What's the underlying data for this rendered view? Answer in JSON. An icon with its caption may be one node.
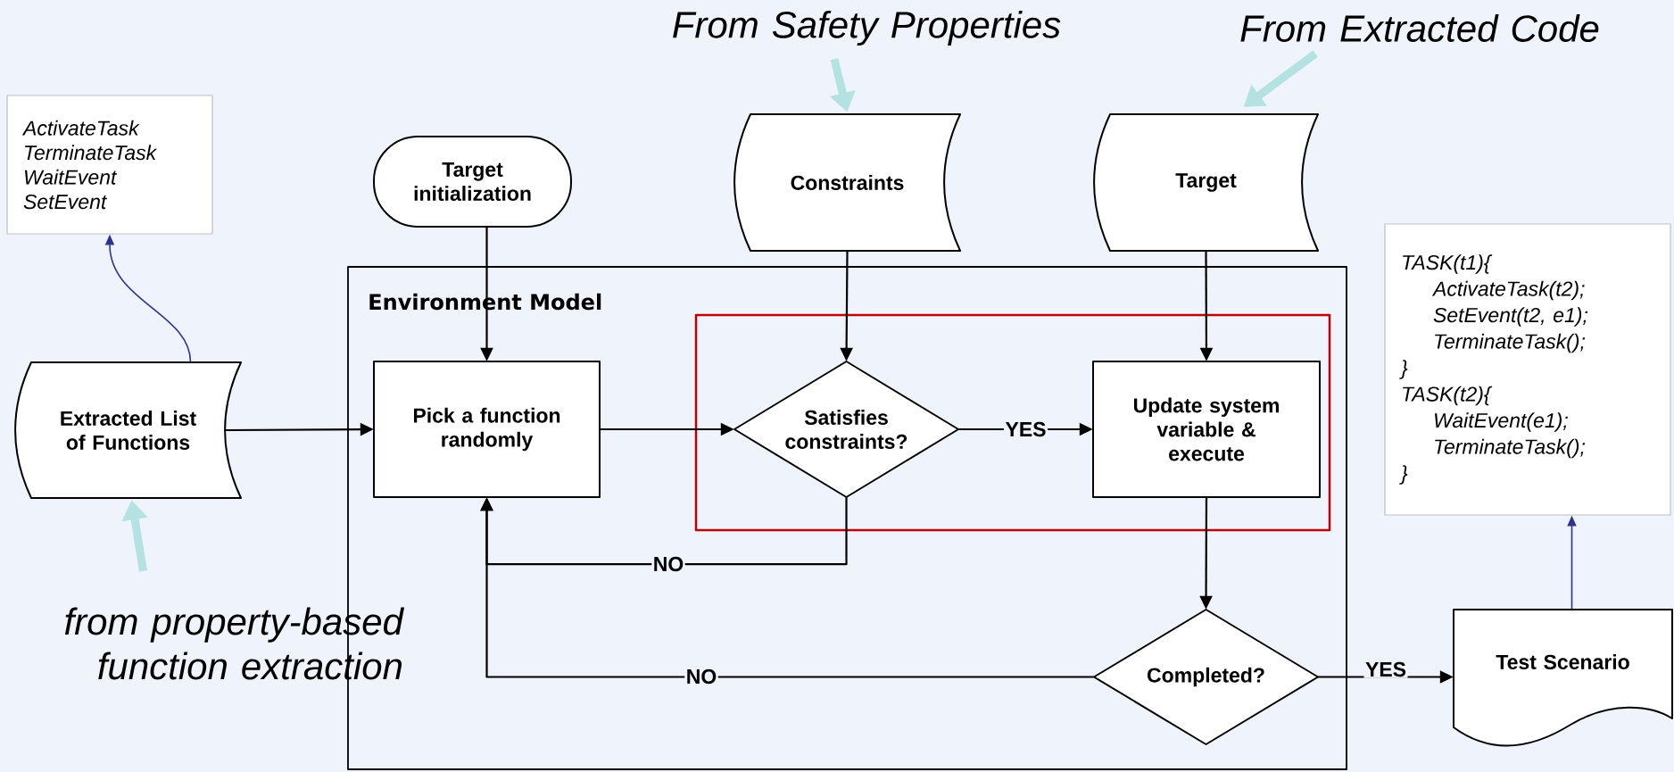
{
  "diagram": {
    "nodes": [
      {
        "text": [
          "ActivateTask",
          "TerminateTask",
          "WaitEvent",
          "SetEvent"
        ]
      },
      {
        "text": [
          "Extracted List of Functions"
        ]
      },
      {
        "text": [
          "Target initialization"
        ]
      },
      {
        "text": [
          "Constraints"
        ]
      },
      {
        "text": [
          "Target"
        ]
      },
      {
        "text": [
          "Environment Model"
        ]
      },
      {
        "text": [],
        "shape": "box",
        "in": 5
      },
      {
        "text": [
          "Pick a function randomly"
        ],
        "in": 5
      },
      {
        "text": [
          "Satisfies constraints?"
        ],
        "in": 6
      },
      {
        "text": [
          "Update system variable & execute"
        ],
        "in": 6
      },
      {
        "text": [
          "Completed?"
        ],
        "in": 5
      },
      {
        "text": [
          "Test Scenario"
        ]
      },
      {
        "text": [
          "TASK(t1){",
          "ActivateTask(t2);",
          "SetEvent(t2, e1);",
          "TerminateTask();",
          "}",
          "TASK(t2){",
          "WaitEvent(e1);",
          "TerminateTask();",
          "}"
        ]
      },
      {
        "text": [
          "From Safety Properties"
        ]
      },
      {
        "text": [
          "From Extracted Code"
        ]
      },
      {
        "text": [
          "from property-based function extraction"
        ]
      }
    ],
    "edges": [
      {
        "from": 1,
        "to": 0,
        "arrow": "to",
        "color": "#2e3192"
      },
      {
        "from": 1,
        "to": 7,
        "arrow": "to"
      },
      {
        "from": 2,
        "to": 7,
        "arrow": "to"
      },
      {
        "from": 3,
        "to": 8,
        "arrow": "to"
      },
      {
        "from": 4,
        "to": 9,
        "arrow": "to"
      },
      {
        "from": 7,
        "to": 8,
        "arrow": "to"
      },
      {
        "from": 8,
        "to": 9,
        "arrow": "to",
        "label": "YES"
      },
      {
        "from": 8,
        "to": 7,
        "arrow": "to",
        "label": "NO"
      },
      {
        "from": 9,
        "to": 10,
        "arrow": "to"
      },
      {
        "from": 10,
        "to": 7,
        "arrow": "to",
        "label": "NO"
      },
      {
        "from": 10,
        "to": 11,
        "arrow": "to",
        "label": "YES"
      },
      {
        "from": 11,
        "to": 12,
        "arrow": "to",
        "color": "#2e3192"
      },
      {
        "from": 13,
        "to": 3,
        "arrow": "to",
        "style": "thick",
        "color": "#b4e1e1"
      },
      {
        "from": 14,
        "to": 4,
        "arrow": "to",
        "style": "thick",
        "color": "#b4e1e1"
      },
      {
        "from": 15,
        "to": 1,
        "arrow": "to",
        "style": "thick",
        "color": "#b4e1e1"
      }
    ]
  }
}
